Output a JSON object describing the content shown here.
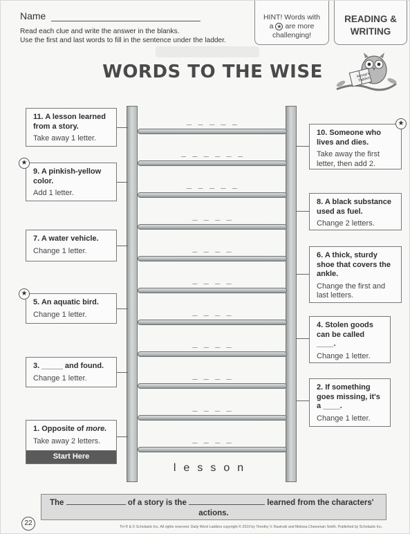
{
  "header": {
    "name_label": "Name",
    "instructions_1": "Read each clue and write the answer in the blanks.",
    "instructions_2": "Use the first and last words to fill in the sentence under the ladder.",
    "hint_1": "HINT! Words with",
    "hint_2a": "a",
    "hint_star": "★",
    "hint_2b": "are more",
    "hint_3": "challenging!",
    "section_1": "READING &",
    "section_2": "WRITING",
    "title": "WORDS TO THE WISE",
    "book_label": "Aesop's Fables"
  },
  "ladder": {
    "blanks": [
      "_ _ _ _ _",
      "_ _ _ _ _ _",
      "_ _ _ _ _",
      "_ _ _ _",
      "_ _ _ _",
      "_ _ _ _",
      "_ _ _ _",
      "_ _ _ _",
      "_ _ _ _",
      "_ _ _ _",
      "_ _ _ _"
    ],
    "bottom_word": "lesson"
  },
  "clues": {
    "c11": {
      "question": "11. A lesson learned from a story.",
      "hint": "Take away 1 letter."
    },
    "c10": {
      "question": "10. Someone who lives and dies.",
      "hint": "Take away the first letter, then add 2."
    },
    "c9": {
      "question": "9. A pinkish-yellow color.",
      "hint": "Add 1 letter."
    },
    "c8": {
      "question": "8. A black substance used as fuel.",
      "hint": "Change 2 letters."
    },
    "c7": {
      "question": "7. A water vehicle.",
      "hint": "Change 1 letter."
    },
    "c6": {
      "question": "6. A thick, sturdy shoe that covers the ankle.",
      "hint": "Change the first and last letters."
    },
    "c5": {
      "question": "5. An aquatic bird.",
      "hint": "Change 1 letter."
    },
    "c4a": {
      "question": "4. Stolen goods can be called",
      "blank": "____."
    },
    "c4": {
      "hint": "Change 1 letter."
    },
    "c3": {
      "blank": "3. _____",
      "question": "and found.",
      "hint": "Change 1 letter."
    },
    "c2": {
      "question": "2. If something goes missing, it's a ____.",
      "hint": "Change 1 letter."
    },
    "c1": {
      "question": "1. Opposite of",
      "emph": "more.",
      "hint": "Take away 2 letters.",
      "start_label": "Start Here"
    },
    "star": "★"
  },
  "sentence": {
    "p1": "The",
    "p2": "of a story is the",
    "p3": "learned from the characters'",
    "p4": "actions."
  },
  "footer": {
    "page_number": "22",
    "copyright": "TH ® & © Scholastic Inc. All rights reserved. Daily Word Ladders copyright © 2019 by Timothy V. Rasinski and Melissa Cheesman Smith. Published by Scholastic Inc."
  }
}
